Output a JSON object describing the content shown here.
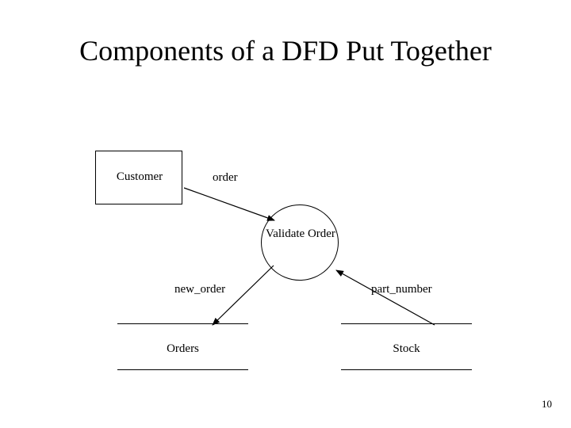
{
  "slide": {
    "title": "Components of a DFD Put Together",
    "page_number": "10"
  },
  "diagram": {
    "type": "data-flow-diagram",
    "entity": {
      "label": "Customer"
    },
    "process": {
      "label": "Validate Order"
    },
    "stores": [
      {
        "label": "Orders"
      },
      {
        "label": "Stock"
      }
    ],
    "flows": [
      {
        "label": "order",
        "from": "Customer",
        "to": "Validate Order"
      },
      {
        "label": "new_order",
        "from": "Validate Order",
        "to": "Orders"
      },
      {
        "label": "part_number",
        "from": "Stock",
        "to": "Validate Order"
      }
    ]
  }
}
